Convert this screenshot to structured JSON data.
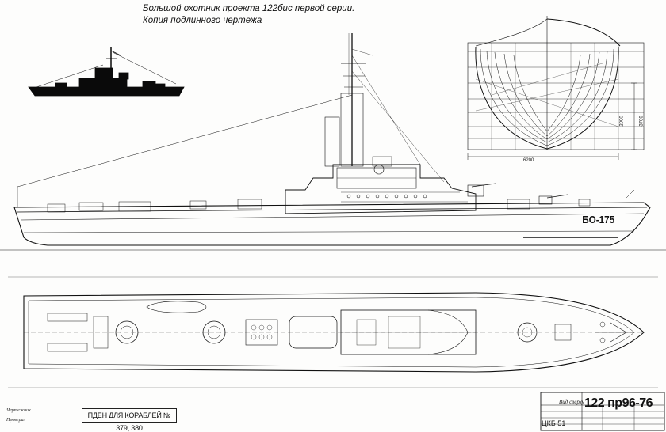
{
  "caption": {
    "line1": "Большой охотник проекта 122бис первой серии.",
    "line2": "Копия подлинного чертежа"
  },
  "hull_number": "БО-175",
  "stamp_text": "ПДЕН ДЛЯ КОРАБЛЕЙ № 379, 380",
  "title_block": {
    "view_label": "Вид сверху",
    "drawing_code": "122 пр96-76",
    "organization": "ЦКБ 51"
  },
  "dimensions": {
    "beam": "6200",
    "depth": "3700",
    "draft": "2000"
  },
  "handwritten_notes": [
    "Чертежник",
    "Проверил"
  ],
  "colors": {
    "ink": "#111111",
    "silhouette": "#0a0a0a",
    "paper": "#fdfdfc"
  }
}
